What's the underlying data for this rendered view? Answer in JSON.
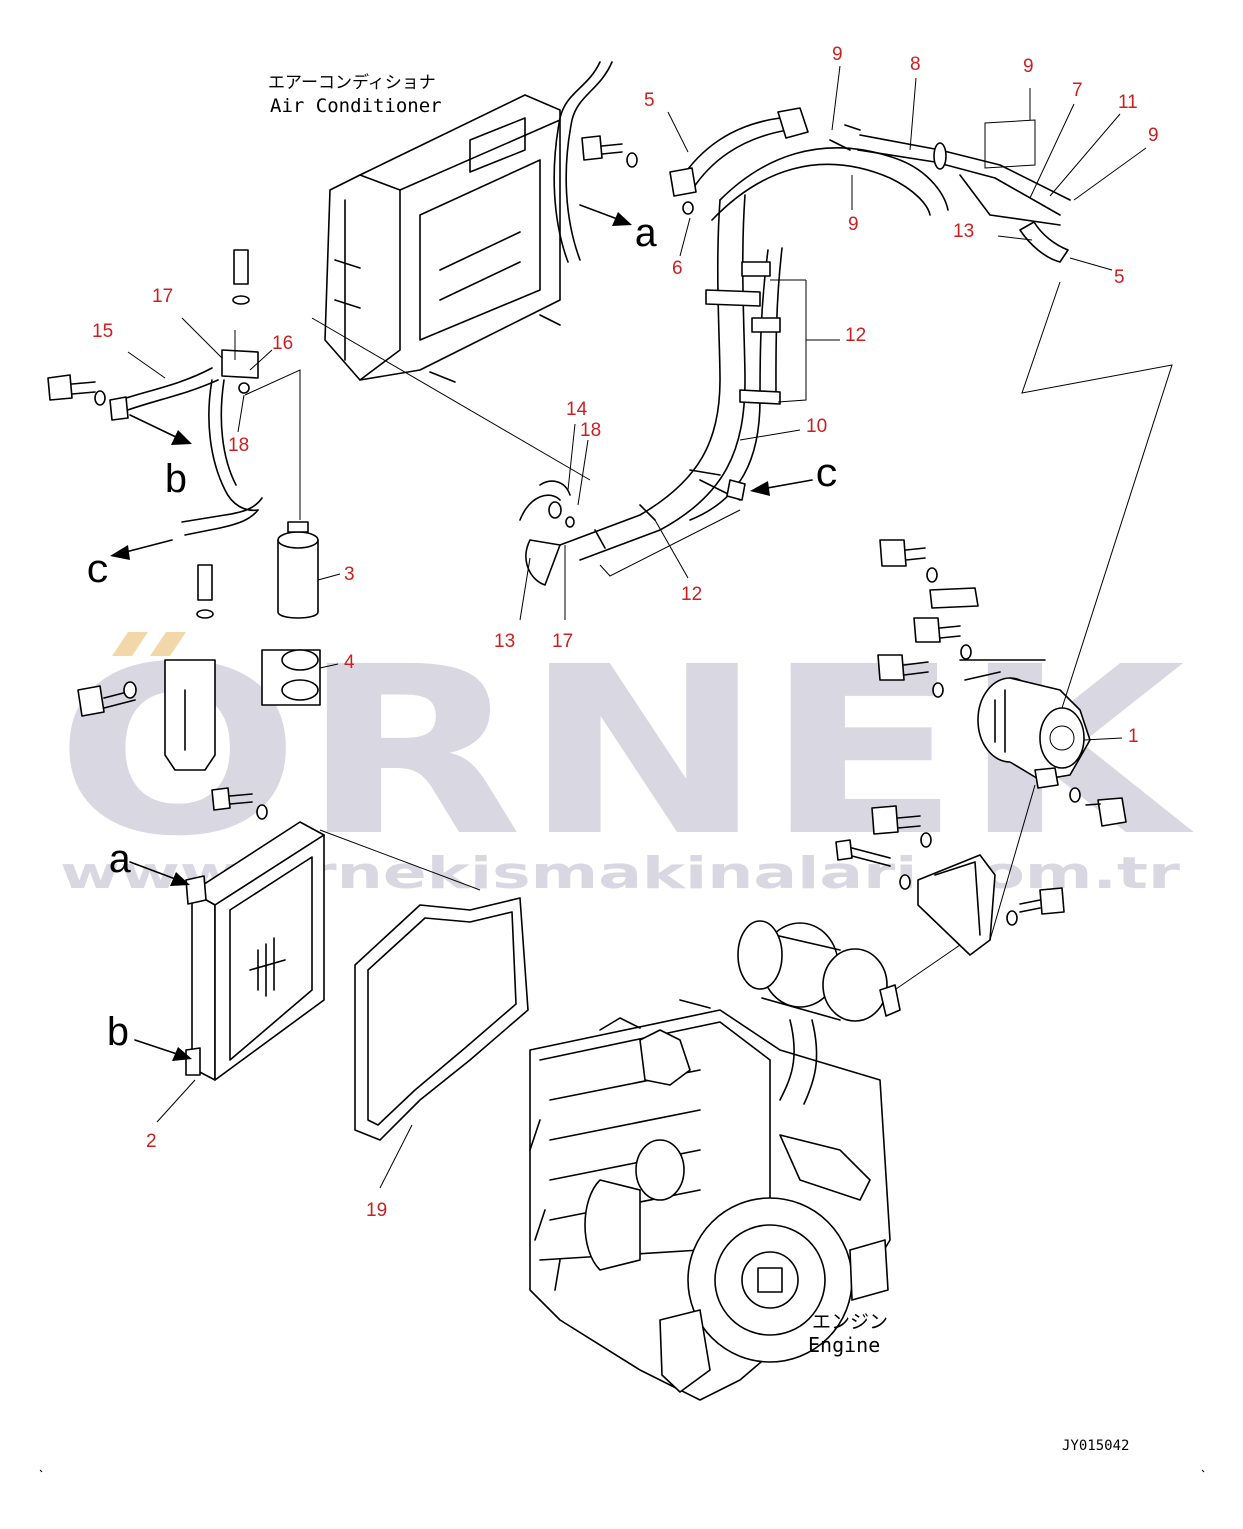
{
  "labels": {
    "air_conditioner_jp": "エアーコンディショナ",
    "air_conditioner_en": "Air Conditioner",
    "engine_jp": "エンジン",
    "engine_en": "Engine",
    "drawing_code": "JY015042"
  },
  "watermark": {
    "brand": "ORNEK",
    "url": "www.ornekismakinalari.com.tr",
    "color": "#d9d7e1",
    "accent": "#f2d8a8"
  },
  "view_letters": {
    "a_top": "a",
    "b_left": "b",
    "c_left": "c",
    "c_right": "c",
    "a_bottom": "a",
    "b_bottom": "b"
  },
  "callouts": {
    "n1": "1",
    "n2": "2",
    "n3": "3",
    "n4": "4",
    "n5_top": "5",
    "n5_right": "5",
    "n6": "6",
    "n7": "7",
    "n8": "8",
    "n9_a": "9",
    "n9_b": "9",
    "n9_c": "9",
    "n9_d": "9",
    "n10": "10",
    "n11": "11",
    "n12_a": "12",
    "n12_b": "12",
    "n13_a": "13",
    "n13_b": "13",
    "n14": "14",
    "n15": "15",
    "n16": "16",
    "n17_a": "17",
    "n17_b": "17",
    "n18_a": "18",
    "n18_b": "18",
    "n19": "19"
  },
  "colors": {
    "callout": "#cc1f1f",
    "line": "#000000"
  }
}
